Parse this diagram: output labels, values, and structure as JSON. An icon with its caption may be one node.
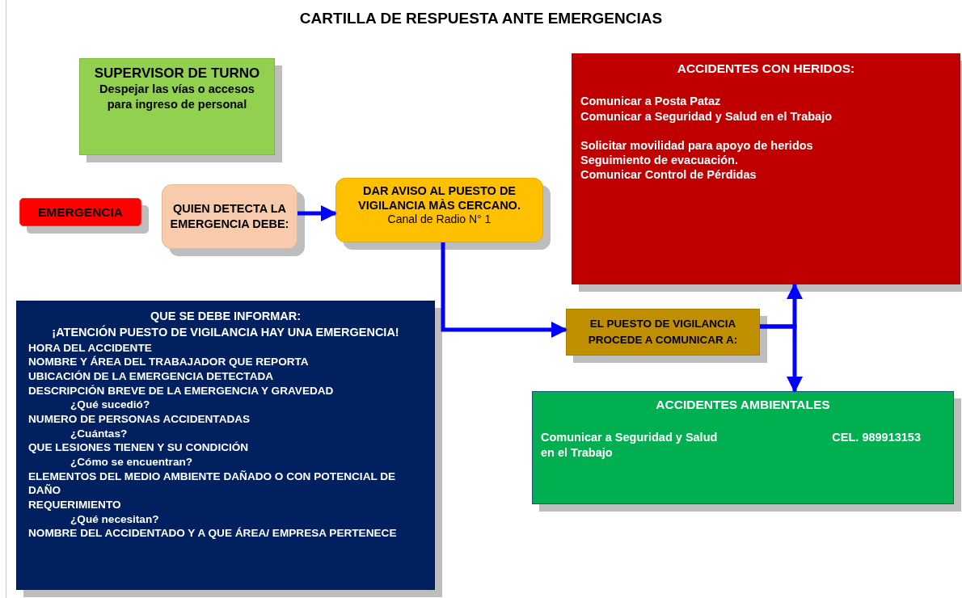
{
  "diagram": {
    "title": "CARTILLA DE RESPUESTA ANTE EMERGENCIAS",
    "nodes": [
      {
        "text": [
          "SUPERVISOR DE TURNO",
          "Despejar las vías o accesos para ingreso de personal"
        ]
      },
      {
        "text": [
          "ACCIDENTES CON HERIDOS:",
          "Comunicar a Posta Pataz",
          "Comunicar a Seguridad y Salud en el Trabajo",
          "Solicitar movilidad para apoyo de heridos",
          "Seguimiento de evacuación.",
          "Comunicar Control de Pérdidas"
        ]
      },
      {
        "text": [
          "EMERGENCIA"
        ]
      },
      {
        "text": [
          "QUIEN DETECTA LA EMERGENCIA DEBE:"
        ]
      },
      {
        "text": [
          "DAR AVISO AL PUESTO DE VIGILANCIA MÀS CERCANO.",
          "Canal de Radio N° 1"
        ]
      },
      {
        "text": [
          "QUE SE DEBE INFORMAR:",
          "¡ATENCIÓN PUESTO DE VIGILANCIA HAY UNA EMERGENCIA!",
          "HORA DEL ACCIDENTE",
          "NOMBRE Y ÁREA DEL TRABAJADOR QUE REPORTA",
          "UBICACIÓN DE LA EMERGENCIA DETECTADA",
          "DESCRIPCIÓN BREVE DE LA EMERGENCIA Y GRAVEDAD",
          "¿Qué sucedió?",
          "NUMERO DE PERSONAS ACCIDENTADAS",
          "¿Cuántas?",
          "QUE LESIONES TIENEN Y SU CONDICIÓN",
          "¿Cómo se encuentran?",
          "ELEMENTOS DEL MEDIO AMBIENTE DAÑADO O CON POTENCIAL DE DAÑO",
          "REQUERIMIENTO",
          "¿Qué necesitan?",
          "NOMBRE DEL ACCIDENTADO Y A QUE ÁREA/ EMPRESA PERTENECE"
        ]
      },
      {
        "text": [
          "EL PUESTO DE VIGILANCIA PROCEDE A COMUNICAR A:"
        ]
      },
      {
        "text": [
          "ACCIDENTES AMBIENTALES",
          "Comunicar a Seguridad y Salud en el Trabajo",
          "CEL. 989913153"
        ]
      }
    ],
    "edges": [
      {
        "from": 3,
        "to": 4,
        "arrow": "to"
      },
      {
        "from": 4,
        "to": 6,
        "arrow": "to"
      },
      {
        "from": 6,
        "to": 1,
        "arrow": "to"
      },
      {
        "from": 6,
        "to": 7,
        "arrow": "to"
      }
    ]
  }
}
